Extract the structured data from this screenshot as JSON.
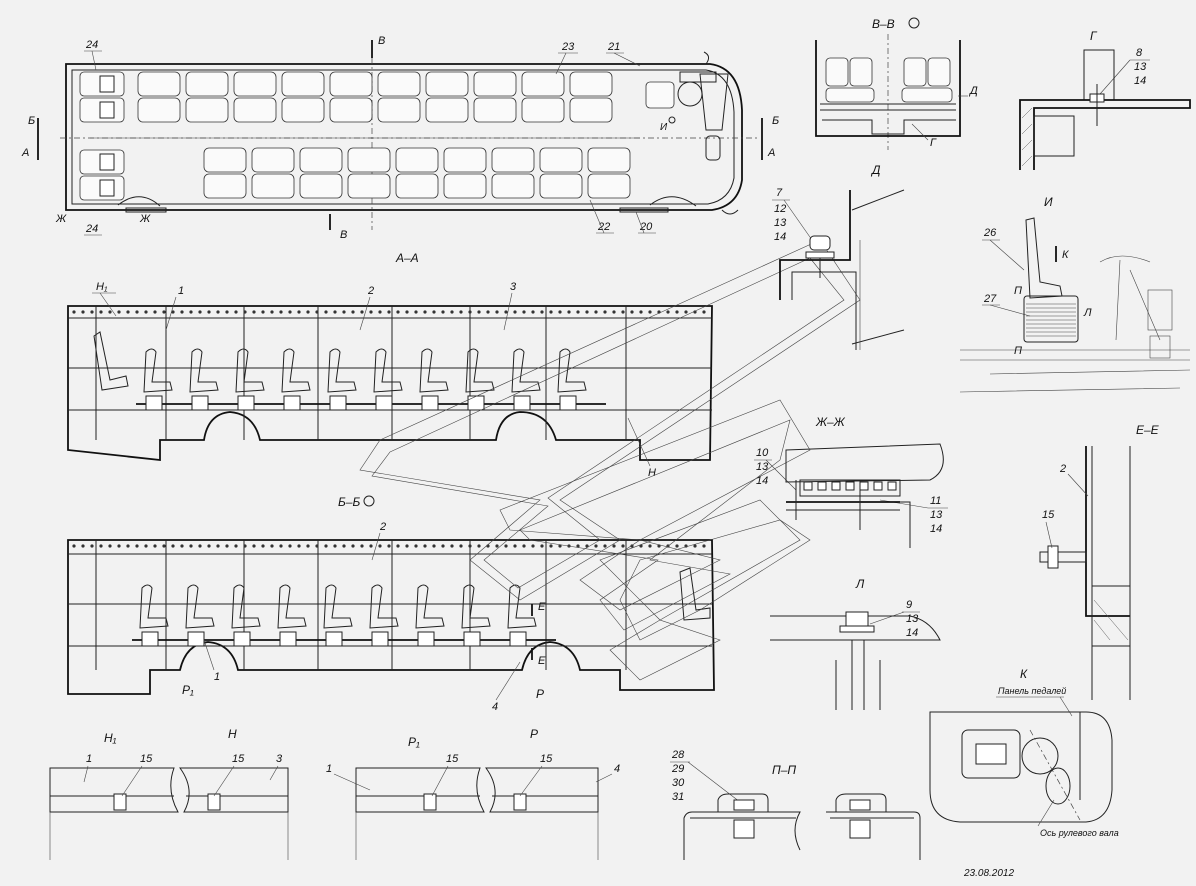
{
  "views": {
    "plan": {
      "callouts": [
        "24",
        "23",
        "21",
        "24",
        "22",
        "20"
      ],
      "section_marks": [
        "В",
        "В",
        "Б",
        "А",
        "Б",
        "А",
        "Ж",
        "Ж",
        "И"
      ]
    },
    "section_AA": {
      "title": "А–А",
      "callouts": [
        "Н₁",
        "1",
        "2",
        "3",
        "Н"
      ]
    },
    "section_BB": {
      "title": "Б–Б",
      "callouts": [
        "2",
        "1",
        "Р₁",
        "Р",
        "4",
        "Е",
        "Е"
      ]
    },
    "section_VV": {
      "title": "В–В",
      "callouts": [
        "Д",
        "Г"
      ]
    },
    "view_G": {
      "title": "Г",
      "callouts": [
        "8",
        "13",
        "14"
      ]
    },
    "view_D": {
      "title": "Д",
      "callouts": [
        "7",
        "12",
        "13",
        "14"
      ]
    },
    "view_I": {
      "title": "И",
      "callouts": [
        "26",
        "К",
        "П",
        "27",
        "Л",
        "П"
      ]
    },
    "section_ZhZh": {
      "title": "Ж–Ж",
      "callouts": [
        "10",
        "13",
        "14",
        "11",
        "13",
        "14"
      ]
    },
    "section_EE": {
      "title": "Е–Е",
      "callouts": [
        "2",
        "15"
      ]
    },
    "view_L": {
      "title": "Л",
      "callouts": [
        "9",
        "13",
        "14"
      ]
    },
    "view_K": {
      "title": "К",
      "panel_label": "Панель педалей",
      "axis_label": "Ось рулевого вала"
    },
    "view_N1": {
      "title": "Н₁",
      "callouts": [
        "1",
        "15"
      ]
    },
    "view_N": {
      "title": "Н",
      "callouts": [
        "15",
        "3"
      ]
    },
    "view_R1": {
      "title": "Р₁",
      "callouts": [
        "1",
        "15"
      ]
    },
    "view_R": {
      "title": "Р",
      "callouts": [
        "15",
        "4"
      ]
    },
    "section_PP": {
      "title": "П–П",
      "callouts": [
        "28",
        "29",
        "30",
        "31"
      ]
    }
  },
  "date": "23.08.2012"
}
